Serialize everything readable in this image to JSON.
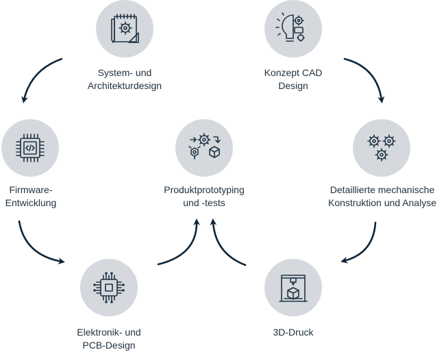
{
  "colors": {
    "circle": "#d5d9dd",
    "icon": "#1f3344",
    "arrow": "#0f2538",
    "text": "#1f2f3d"
  },
  "nodes": {
    "system": {
      "icon": "blueprint-gear-icon",
      "line1": "System- und",
      "line2": "Architekturdesign"
    },
    "konzept": {
      "icon": "idea-gear-icon",
      "line1": "Konzept CAD",
      "line2": "Design"
    },
    "firmware": {
      "icon": "chip-code-icon",
      "line1": "Firmware-",
      "line2": "Entwicklung"
    },
    "produkt": {
      "icon": "gear-cube-cycle-icon",
      "line1": "Produktprototyping",
      "line2": "und -tests"
    },
    "detail": {
      "icon": "gears-icon",
      "line1": "Detaillierte mechanische",
      "line2": "Konstruktion und Analyse"
    },
    "elektronik": {
      "icon": "pcb-chip-icon",
      "line1": "Elektronik- und",
      "line2": "PCB-Design"
    },
    "druck": {
      "icon": "3d-printer-icon",
      "line1": "3D-Druck"
    }
  }
}
